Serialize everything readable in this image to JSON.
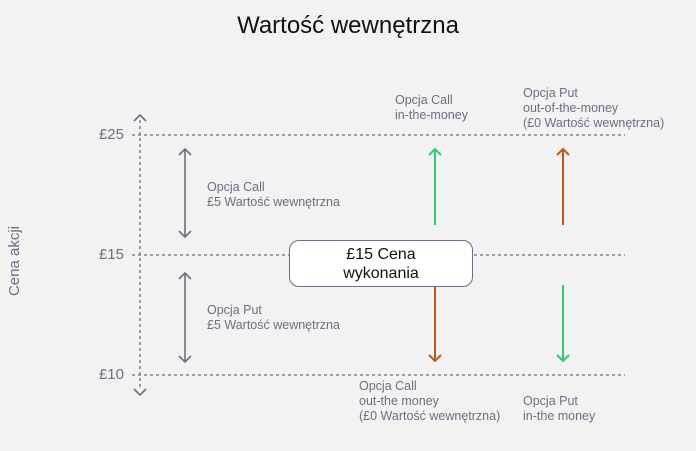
{
  "title": "Wartość wewnętrzna",
  "axis_label": "Cena akcji",
  "prices": {
    "high": "£25",
    "mid": "£15",
    "low": "£10"
  },
  "strike_box": {
    "line1": "£15 Cena",
    "line2": "wykonania"
  },
  "labels": {
    "call_itm": [
      "Opcja Call",
      "in-the-money"
    ],
    "put_otm": [
      "Opcja Put",
      "out-of-the-money",
      "(£0 Wartość wewnętrzna)"
    ],
    "call_value": [
      "Opcja Call",
      "£5 Wartość wewnętrzna"
    ],
    "put_value": [
      "Opcja Put",
      "£5 Wartość wewnętrzna"
    ],
    "call_otm": [
      "Opcja Call",
      "out-the money",
      "(£0 Wartość wewnętrzna)"
    ],
    "put_itm": [
      "Opcja Put",
      "in-the money"
    ]
  },
  "colors": {
    "green": "#2ecc71",
    "orange": "#c0581b",
    "line": "#6b6f82"
  }
}
